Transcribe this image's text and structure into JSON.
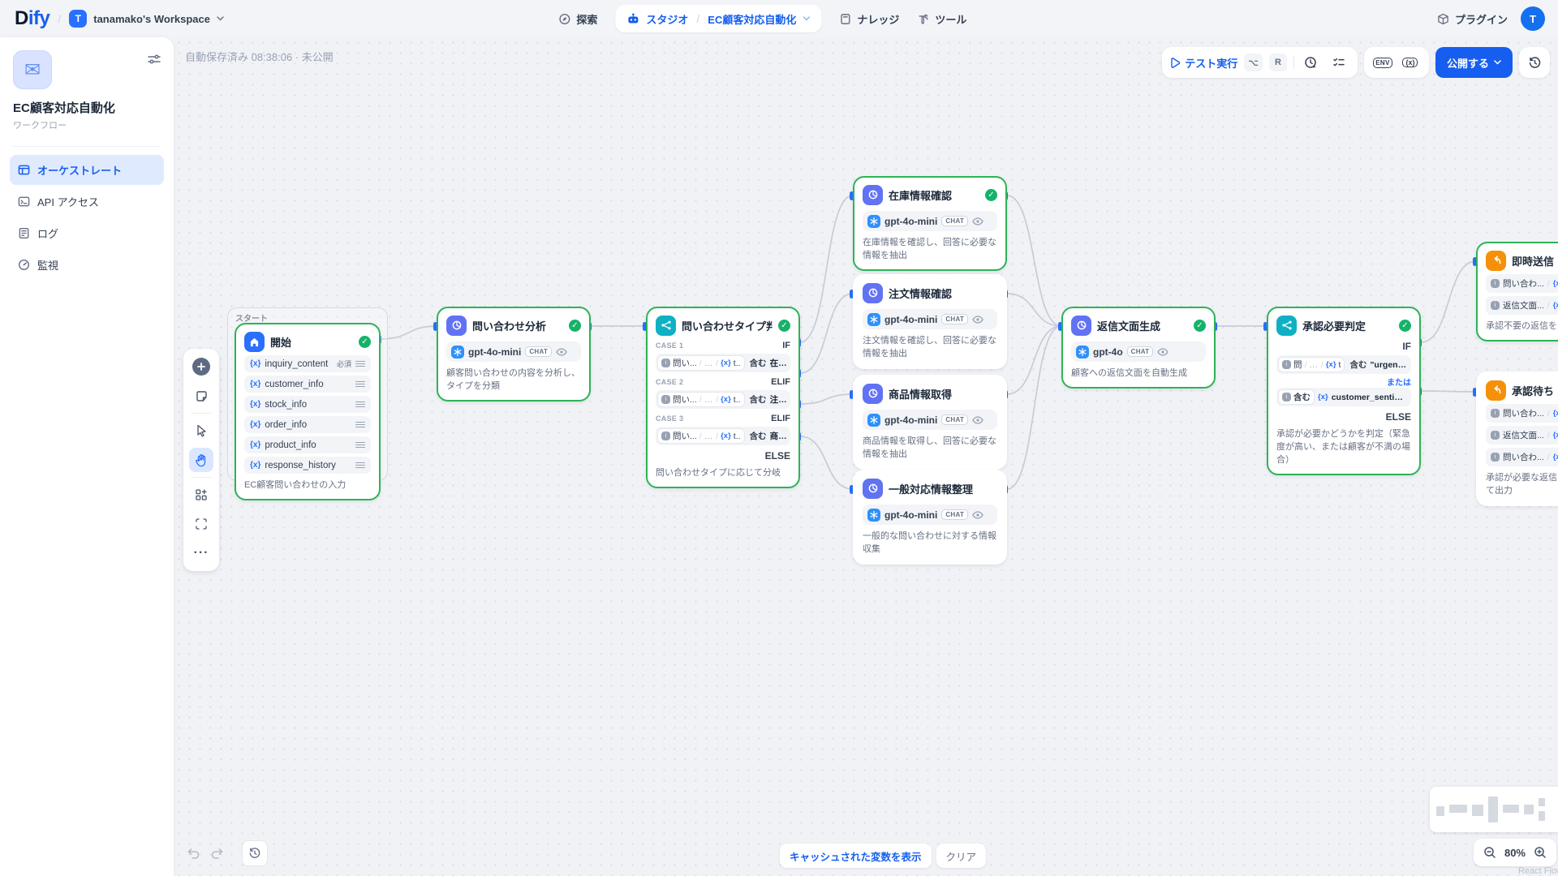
{
  "glyphs": {
    "varx": "{x}",
    "slash": "/",
    "dots": "…",
    "check": "✓",
    "plus": "+",
    "more": "···",
    "env": "ENV",
    "vxb": "(x)"
  },
  "header": {
    "logo_d": "D",
    "logo_ify": "ify",
    "workspace_initial": "T",
    "workspace_name": "tanamako's Workspace",
    "nav_explore": "探索",
    "nav_studio": "スタジオ",
    "nav_app": "EC顧客対応自動化",
    "nav_knowledge": "ナレッジ",
    "nav_tools": "ツール",
    "nav_plugins": "プラグイン",
    "avatar_initial": "T"
  },
  "sidebar": {
    "app_title": "EC顧客対応自動化",
    "app_subtitle": "ワークフロー",
    "menu": [
      {
        "label": "オーケストレート"
      },
      {
        "label": "API アクセス"
      },
      {
        "label": "ログ"
      },
      {
        "label": "監視"
      }
    ]
  },
  "topbar": {
    "autosave": "自動保存済み 08:38:06 · 未公開",
    "test_run": "テスト実行",
    "key_alt": "⌥",
    "key_r": "R",
    "publish": "公開する"
  },
  "nodes": {
    "group_label": "スタート",
    "start": {
      "title": "開始",
      "required": "必須",
      "vars": [
        "inquiry_content",
        "customer_info",
        "stock_info",
        "order_info",
        "product_info",
        "response_history"
      ],
      "desc": "EC顧客問い合わせの入力"
    },
    "analyze": {
      "title": "問い合わせ分析",
      "model": "gpt-4o-mini",
      "mode": "CHAT",
      "desc": "顧客問い合わせの内容を分析し、タイプを分類"
    },
    "classify": {
      "title": "問い合わせタイプ判定",
      "case1": "CASE 1",
      "case2": "CASE 2",
      "case3": "CASE 3",
      "if": "IF",
      "elif": "ELIF",
      "else": "ELSE",
      "chip_ref": "問い...",
      "chip_var": "t..",
      "op": "含む",
      "val1": "在庫確認",
      "val2": "注文確認",
      "val3": "商品質問",
      "desc": "問い合わせタイプに応じて分岐"
    },
    "stock": {
      "title": "在庫情報確認",
      "model": "gpt-4o-mini",
      "mode": "CHAT",
      "desc": "在庫情報を確認し、回答に必要な情報を抽出"
    },
    "order": {
      "title": "注文情報確認",
      "model": "gpt-4o-mini",
      "mode": "CHAT",
      "desc": "注文情報を確認し、回答に必要な情報を抽出"
    },
    "product": {
      "title": "商品情報取得",
      "model": "gpt-4o-mini",
      "mode": "CHAT",
      "desc": "商品情報を取得し、回答に必要な情報を抽出"
    },
    "general": {
      "title": "一般対応情報整理",
      "model": "gpt-4o-mini",
      "mode": "CHAT",
      "desc": "一般的な問い合わせに対する情報収集"
    },
    "reply": {
      "title": "返信文面生成",
      "model": "gpt-4o",
      "mode": "CHAT",
      "desc": "顧客への返信文面を自動生成"
    },
    "approval": {
      "title": "承認必要判定",
      "if": "IF",
      "else": "ELSE",
      "or": "または",
      "chip_ref": "問",
      "chip_var": "t",
      "op": "含む",
      "val1": "\"urgency\": \"高\"",
      "op2": "含む",
      "val2": "customer_sentiment\": \"...",
      "desc": "承認が必要かどうかを判定（緊急度が高い、または顧客が不満の場合）"
    },
    "send": {
      "title": "即時送信",
      "rows": [
        {
          "ref": "問い合わ...",
          "varx": "tex"
        },
        {
          "ref": "返信文面...",
          "varx": "tex"
        }
      ],
      "desc": "承認不要の返信を即時送信"
    },
    "wait": {
      "title": "承認待ち",
      "rows": [
        {
          "ref": "問い合わ...",
          "varx": "tex"
        },
        {
          "ref": "返信文面...",
          "varx": "tex"
        },
        {
          "ref": "問い合わ...",
          "varx": "tex"
        }
      ],
      "desc": "承認が必要な返信を承認待ちとして出力"
    }
  },
  "bottom": {
    "cached": "キャッシュされた変数を表示",
    "clear": "クリア",
    "zoom": "80%",
    "attribution": "React Flow"
  }
}
